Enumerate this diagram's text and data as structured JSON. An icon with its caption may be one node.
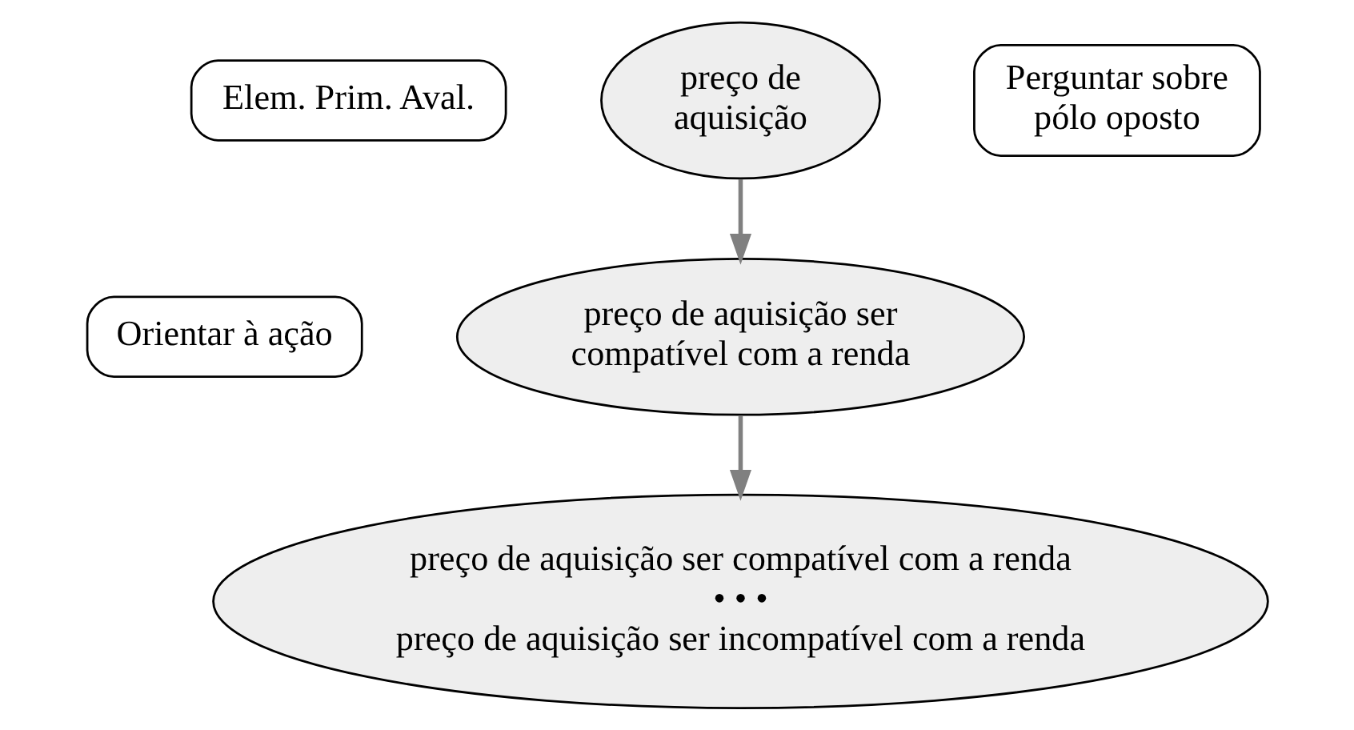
{
  "diagram": {
    "nodes": [
      {
        "text": [
          "Elem. Prim. Aval."
        ]
      },
      {
        "text": [
          "Orientar à ação"
        ]
      },
      {
        "text": [
          "preço de aquisição"
        ]
      },
      {
        "text": [
          "preço de aquisição ser compatível com a renda"
        ]
      },
      {
        "text": [
          "Perguntar sobre pólo oposto"
        ]
      },
      {
        "text": [
          "preço de aquisição ser compatível com a renda",
          "• • •",
          "preço de aquisição ser incompatível com a renda"
        ]
      }
    ],
    "edges": [
      {
        "from": 2,
        "to": 3,
        "arrow": "to"
      },
      {
        "from": 3,
        "to": 5,
        "arrow": "to"
      }
    ]
  }
}
